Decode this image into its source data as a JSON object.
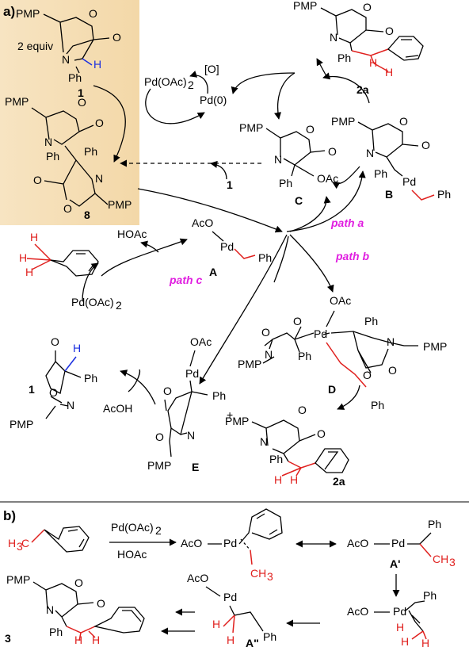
{
  "panel_a": {
    "label": "a)",
    "sub1": {
      "pmp": "PMP",
      "o": "O",
      "o2": "O",
      "n": "N",
      "ph": "Ph",
      "h": "H",
      "equiv": "2 equiv",
      "num": "1"
    },
    "sub8": {
      "pmp1": "PMP",
      "pmp2": "PMP",
      "o1": "O",
      "o2": "O",
      "o3": "O",
      "o4": "O",
      "n1": "N",
      "n2": "N",
      "ph1": "Ph",
      "ph2": "Ph",
      "num": "8"
    },
    "pdoac2_top": "Pd(OAc)",
    "pdoac2_top_sub": "2",
    "ox": "[O]",
    "pd0": "Pd(0)",
    "reagent_1": "1",
    "c2a_top": {
      "pmp": "PMP",
      "o1": "O",
      "o2": "O",
      "n": "N",
      "ph": "Ph",
      "h1": "H",
      "h2": "H",
      "num": "2a"
    },
    "int_c": {
      "pmp": "PMP",
      "o1": "O",
      "o2": "O",
      "n": "N",
      "ph": "Ph",
      "oac": "OAc",
      "label": "C"
    },
    "int_b": {
      "pmp": "PMP",
      "o1": "O",
      "o2": "O",
      "n": "N",
      "ph": "Ph",
      "pd": "Pd",
      "ph2": "Ph",
      "label": "B"
    },
    "int_a": {
      "aco": "AcO",
      "pd": "Pd",
      "ph": "Ph",
      "label": "A"
    },
    "path_a": "path a",
    "path_b": "path b",
    "path_c": "path c",
    "toluene_h": "H",
    "hoac": "HOAc",
    "pdoac2_mid": "Pd(OAc)",
    "pdoac2_mid_sub": "2",
    "int_d": {
      "oac": "OAc",
      "pd": "Pd",
      "ph_l": "Ph",
      "ph_r": "Ph",
      "ph_b": "Ph",
      "pmp_l": "PMP",
      "pmp_r": "PMP",
      "n_l": "N",
      "n_r": "N",
      "o1": "O",
      "o2": "O",
      "o3": "O",
      "o4": "O",
      "label": "D"
    },
    "c1_bottom": {
      "pmp": "PMP",
      "o1": "O",
      "o2": "O",
      "n": "N",
      "ph": "Ph",
      "h": "H",
      "num": "1"
    },
    "acoh": "AcOH",
    "int_e": {
      "oac": "OAc",
      "pd": "Pd",
      "ph": "Ph",
      "pmp": "PMP",
      "o1": "O",
      "o2": "O",
      "n": "N",
      "label": "E"
    },
    "plus": "+",
    "c2a_bottom": {
      "pmp": "PMP",
      "o1": "O",
      "o2": "O",
      "n": "N",
      "ph": "Ph",
      "h1": "H",
      "h2": "H",
      "num": "2a"
    }
  },
  "panel_b": {
    "label": "b)",
    "h3c": "H",
    "h3c_sub": "3",
    "h3c_c": "C",
    "pdoac2": "Pd(OAc)",
    "pdoac2_sub": "2",
    "hoac": "HOAc",
    "aco1": "AcO",
    "pd1": "Pd",
    "ch3_1": "CH",
    "ch3_1_sub": "3",
    "aco2": "AcO",
    "pd2": "Pd",
    "ph2": "Ph",
    "ch3_2": "CH",
    "ch3_2_sub": "3",
    "a_prime": "A'",
    "aco3": "AcO",
    "pd3": "Pd",
    "h3": "H",
    "ph3": "Ph",
    "h3a": "H",
    "h3b": "H",
    "aco4": "AcO",
    "pd4": "Pd",
    "h4a": "H",
    "h4b": "H",
    "ph4": "Ph",
    "a_dprime": "A\"",
    "p3": {
      "pmp": "PMP",
      "o1": "O",
      "o2": "O",
      "n": "N",
      "ph": "Ph",
      "h1": "H",
      "h2": "H",
      "num": "3"
    }
  }
}
